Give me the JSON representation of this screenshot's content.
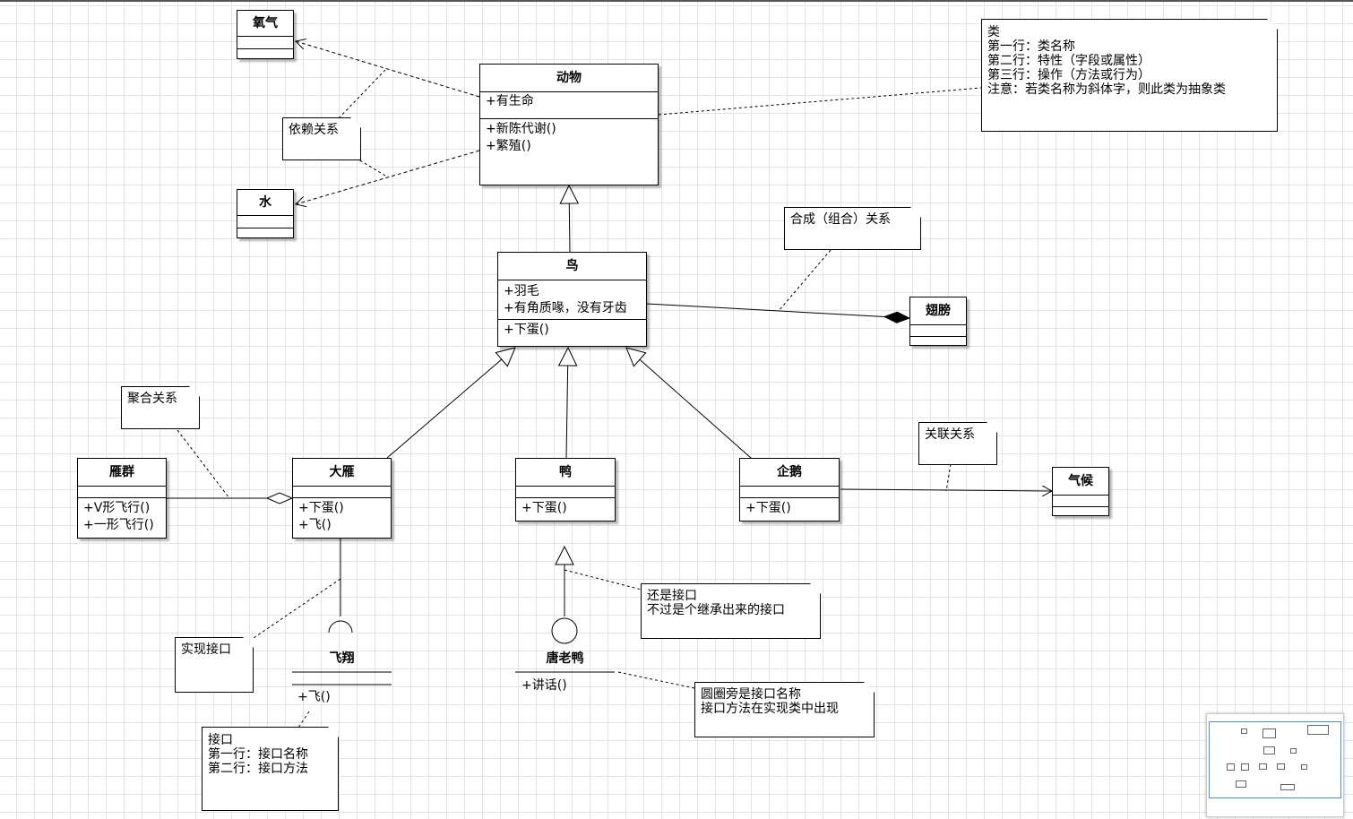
{
  "classes": {
    "oxygen": {
      "name": "氧气"
    },
    "water": {
      "name": "水"
    },
    "animal": {
      "name": "动物",
      "attrs": [
        "+有生命"
      ],
      "ops": [
        "+新陈代谢()",
        "+繁殖()"
      ]
    },
    "bird": {
      "name": "鸟",
      "attrs": [
        "+羽毛",
        "+有角质喙，没有牙齿"
      ],
      "ops": [
        "+下蛋()"
      ]
    },
    "wing": {
      "name": "翅膀"
    },
    "goose_group": {
      "name": "雁群",
      "ops": [
        "+V形飞行()",
        "+一形飞行()"
      ]
    },
    "wild_goose": {
      "name": "大雁",
      "ops": [
        "+下蛋()",
        "+飞()"
      ]
    },
    "duck": {
      "name": "鸭",
      "ops": [
        "+下蛋()"
      ]
    },
    "penguin": {
      "name": "企鹅",
      "ops": [
        "+下蛋()"
      ]
    },
    "climate": {
      "name": "气候"
    }
  },
  "interfaces": {
    "fly": {
      "name": "飞翔",
      "op": "+飞()"
    },
    "donald": {
      "name": "唐老鸭",
      "op": "+讲话()"
    }
  },
  "notes": {
    "class_info": [
      "类",
      "第一行：类名称",
      "第二行：特性（字段或属性）",
      "第三行：操作（方法或行为）",
      "注意：若类名称为斜体字，则此类为抽象类"
    ],
    "dependency": [
      "依赖关系"
    ],
    "composition": [
      "合成（组合）关系"
    ],
    "aggregation": [
      "聚合关系"
    ],
    "association": [
      "关联关系"
    ],
    "realize": [
      "实现接口"
    ],
    "interface_info": [
      "接口",
      "第一行：接口名称",
      "第二行：接口方法"
    ],
    "inherited_interface": [
      "还是接口",
      "不过是个继承出来的接口"
    ],
    "lollipop": [
      "圆圈旁是接口名称",
      "接口方法在实现类中出现"
    ]
  }
}
